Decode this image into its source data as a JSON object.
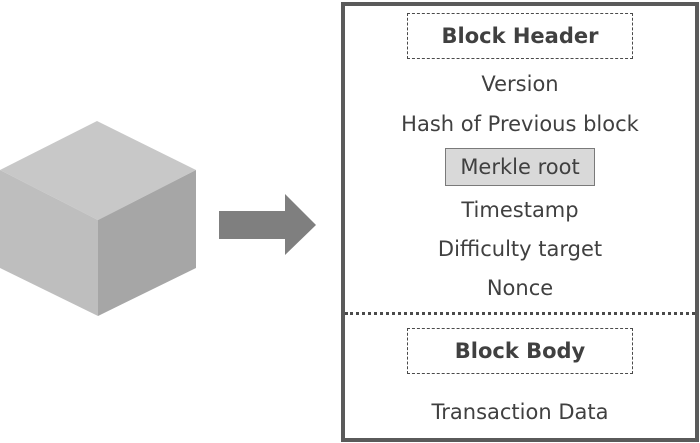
{
  "block_header": {
    "title": "Block Header",
    "fields": {
      "version": "Version",
      "previous_hash": "Hash of Previous block",
      "merkle_root": "Merkle root",
      "timestamp": "Timestamp",
      "difficulty_target": "Difficulty target",
      "nonce": "Nonce"
    }
  },
  "block_body": {
    "title": "Block Body",
    "fields": {
      "transaction_data": "Transaction Data"
    }
  },
  "colors": {
    "cube_top": "#c8c8c8",
    "cube_left": "#bebebe",
    "cube_right": "#a6a6a6",
    "arrow": "#7f7f7f",
    "frame": "#5a5a5a",
    "highlight_fill": "#d9d9d9"
  }
}
